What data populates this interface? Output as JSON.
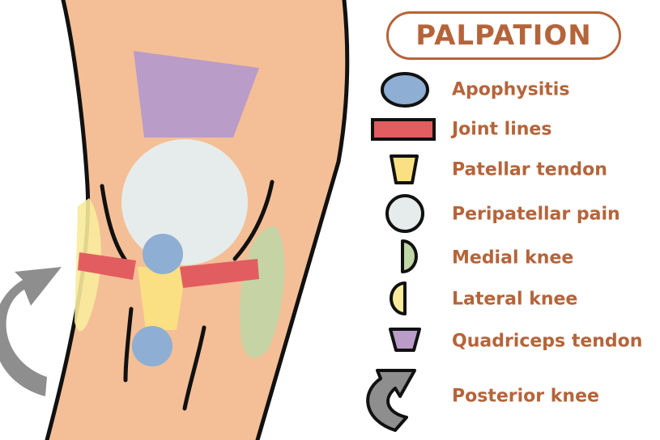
{
  "title": "PALPATION",
  "colors": {
    "accent": "#b5643a",
    "skin": "#f4bf96",
    "outline": "#111111",
    "apophysitis": "#8eaed3",
    "joint_lines": "#e25d60",
    "patellar_tendon": "#fbe083",
    "peripatellar": "#e6eceb",
    "medial_knee": "#c1d6a6",
    "lateral_knee": "#f8eb9c",
    "quadriceps_tendon": "#b99cc8",
    "posterior_knee": "#8e8e8e"
  },
  "legend": [
    {
      "key": "apophysitis",
      "label": "Apophysitis",
      "shape": "ellipse"
    },
    {
      "key": "joint_lines",
      "label": "Joint lines",
      "shape": "rectangle"
    },
    {
      "key": "patellar_tendon",
      "label": "Patellar tendon",
      "shape": "trapezoid"
    },
    {
      "key": "peripatellar",
      "label": "Peripatellar pain",
      "shape": "circle"
    },
    {
      "key": "medial_knee",
      "label": "Medial knee",
      "shape": "half-circle-right"
    },
    {
      "key": "lateral_knee",
      "label": "Lateral knee",
      "shape": "half-circle-left"
    },
    {
      "key": "quadriceps_tendon",
      "label": "Quadriceps tendon",
      "shape": "trapezoid"
    },
    {
      "key": "posterior_knee",
      "label": "Posterior knee",
      "shape": "curved-arrow"
    }
  ]
}
